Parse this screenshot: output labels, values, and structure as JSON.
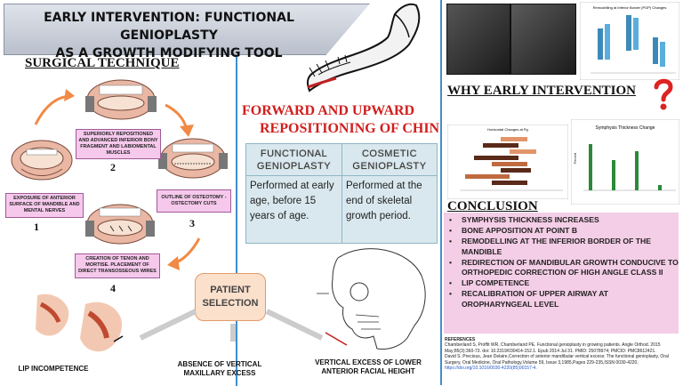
{
  "title": {
    "line1": "EARLY INTERVENTION: FUNCTIONAL GENIOPLASTY",
    "line2": "AS A GROWTH MODIFYING TOOL"
  },
  "surgical": {
    "heading": "SURGICAL TECHNIQUE",
    "steps": [
      {
        "label": "EXPOSURE OF ANTERIOR SURFACE OF MANDIBLE AND MENTAL NERVES",
        "num": "1"
      },
      {
        "label": "SUPERIORLY REPOSITIONED AND ADVANCED INFERIOR BONY FRAGMENT AND LABIOMENTAL MUSCLES",
        "num": "2"
      },
      {
        "label": "OUTLINE OF OSTEOTOMY -OSTECTOMY CUTS",
        "num": "3"
      },
      {
        "label": "CREATION OF TENON AND MORTISE. PLACEMENT OF DIRECT TRANSOSSEOUS WIRES",
        "num": "4"
      }
    ]
  },
  "forward": {
    "line1": "FORWARD AND UPWARD",
    "line2": "REPOSITIONING OF CHIN"
  },
  "table": {
    "col1_head_1": "FUNCTIONAL",
    "col1_head_2": "GENIOPLASTY",
    "col2_head_1": "COSMETIC",
    "col2_head_2": "GENIOPLASTY",
    "col1_text": "Performed at early age, before 15 years of age.",
    "col2_text": "Performed at the end of skeletal growth period."
  },
  "patient": {
    "line1": "PATIENT",
    "line2": "SELECTION"
  },
  "bottom": {
    "lip": "LIP INCOMPETENCE",
    "absence_1": "ABSENCE OF VERTICAL",
    "absence_2": "MAXILLARY EXCESS",
    "vertical_1": "VERTICAL EXCESS OF LOWER",
    "vertical_2": "ANTERIOR FACIAL HEIGHT"
  },
  "why": {
    "heading": "WHY EARLY INTERVENTION"
  },
  "charts": {
    "top_title": "Remodelling at Inferior Border (PGP) Changes",
    "mid_title": "Horizontal Changes at Pg",
    "right_title": "Symphysis Thickness Change",
    "right_ylabel": "Percent"
  },
  "conclusion": {
    "heading": "CONCLUSION",
    "items": [
      "SYMPHYSIS THICKNESS INCREASES",
      "BONE APPOSITION AT POINT B",
      "REMODELLING AT THE INFERIOR BORDER OF THE MANDIBLE",
      "REDIRECTION OF MANDIBULAR GROWTH CONDUCIVE TO ORTHOPEDIC CORRECTION OF HIGH ANGLE CLASS II",
      "LIP COMPETENCE",
      "RECALIBRATION OF UPPER AIRWAY AT OROPHARYNGEAL LEVEL"
    ]
  },
  "references": {
    "heading": "REFERENCES",
    "ref1": "Chamberland S, Proffit WR, Chamberland PE. Functional genioplasty in growing patients. Angle Orthod. 2015 May;85(3):360-73. doi: 10.2319/030414-152.1. Epub 2014 Jul 31. PMID: 25078974; PMCID: PMC8612421.",
    "ref2": "David S. Precious, Jean Delaire,Correction of anterior mandibular vertical excess: The functional genioplasty, Oral Surgery, Oral Medicine, Oral Pathology,Volume 59, Issue 3,1985,Pages 229-235,ISSN 0030-4220,",
    "ref2_link": "https://doi.org/10.1016/0030-4220(85)90157-4",
    "ref2_end": "."
  },
  "colors": {
    "divider": "#3f8fcf",
    "red": "#d21e1e",
    "pink": "#f4cde6",
    "table_bg": "#d9e8ee"
  }
}
